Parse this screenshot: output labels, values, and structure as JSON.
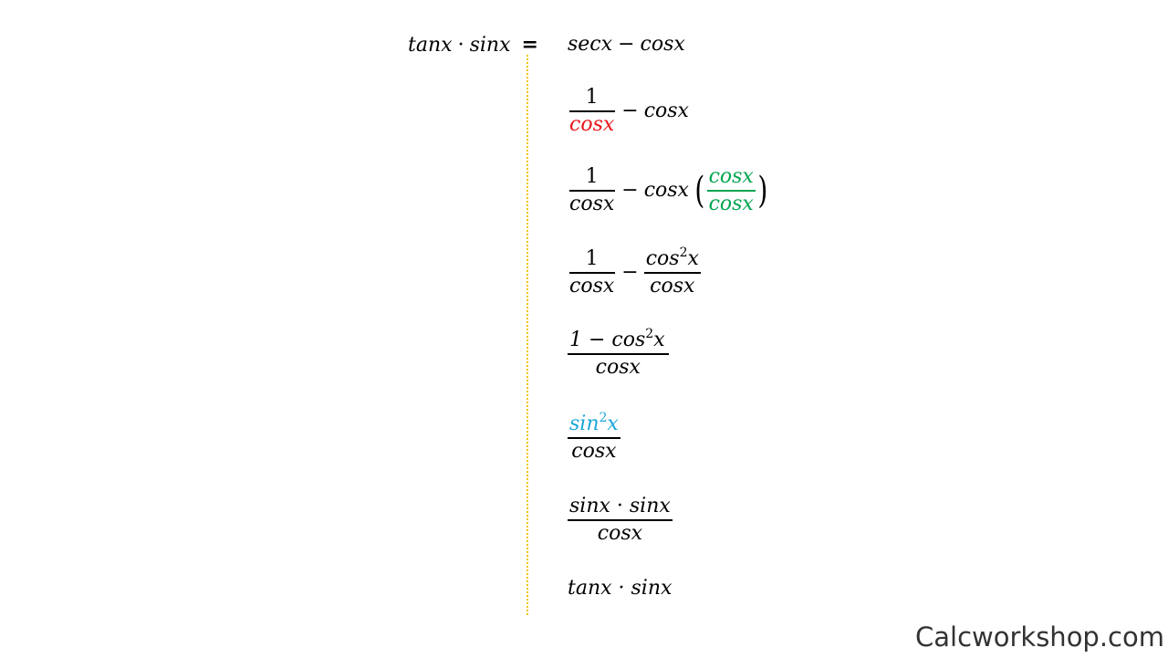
{
  "lhs": {
    "left": "tan",
    "dot": "·",
    "right": "sin",
    "var": "x",
    "equals": "="
  },
  "steps": [
    {
      "text": [
        "sec",
        "x",
        "−",
        "cos",
        "x"
      ]
    },
    {
      "num": "1",
      "den": "cosx",
      "minus": "−",
      "rest": "cosx"
    },
    {
      "num": "1",
      "den": "cosx",
      "minus": "−",
      "rest": "cosx",
      "pnum": "cosx",
      "pden": "cosx"
    },
    {
      "num": "1",
      "den": "cosx",
      "minus": "−",
      "num2": "cos",
      "sup2": "2",
      "num2x": "x",
      "den2": "cosx"
    },
    {
      "num_a": "1 − cos",
      "sup": "2",
      "num_b": "x",
      "den": "cosx"
    },
    {
      "num_a": "sin",
      "sup": "2",
      "num_b": "x",
      "den": "cosx"
    },
    {
      "num": "sinx · sinx",
      "den": "cosx"
    },
    {
      "text": "tanx · sinx"
    }
  ],
  "colors": {
    "red": "#e8141a",
    "green": "#00a550",
    "blue": "#1aa6d8",
    "divider": "#f2c500"
  },
  "watermark": "Calcworkshop.com"
}
